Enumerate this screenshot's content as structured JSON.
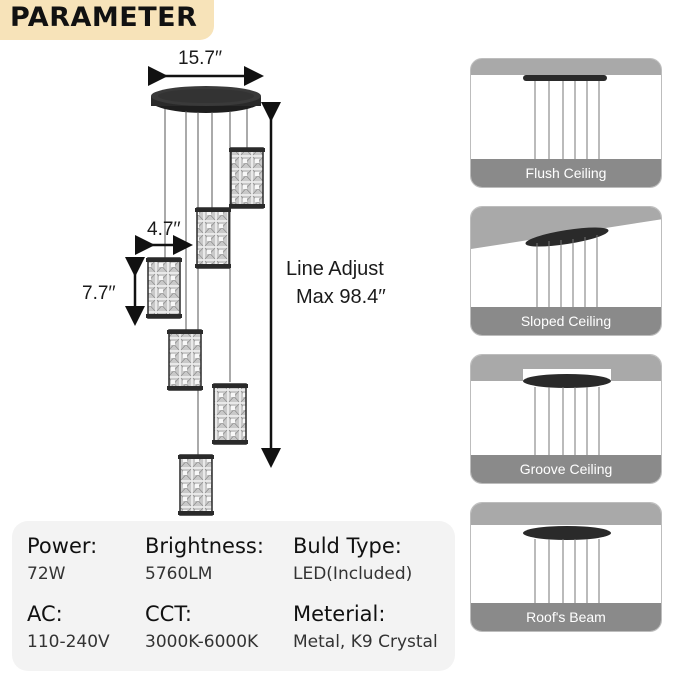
{
  "header": {
    "title": "PARAMETER"
  },
  "dimensions": {
    "canopy_width": "15.7′′",
    "shade_width": "4.7′′",
    "shade_height": "7.7′′",
    "line_adjust": [
      "Line Adjust",
      "Max 98.4′′"
    ]
  },
  "installation_types": [
    "Flush Ceiling",
    "Sloped Ceiling",
    "Groove Ceiling",
    "Roof's Beam"
  ],
  "specs": [
    {
      "label": "Power:",
      "value": "72W"
    },
    {
      "label": "Brightness:",
      "value": "5760LM"
    },
    {
      "label": "Buld Type:",
      "value": "LED(Included)"
    },
    {
      "label": "AC:",
      "value": "110-240V"
    },
    {
      "label": "CCT:",
      "value": "3000K-6000K"
    },
    {
      "label": "Meterial:",
      "value": "Metal, K9 Crystal"
    }
  ],
  "colors": {
    "badge": "#f7e3b9",
    "panel_caption": "#8a8a8a",
    "fixture": "#2a2a2a"
  }
}
